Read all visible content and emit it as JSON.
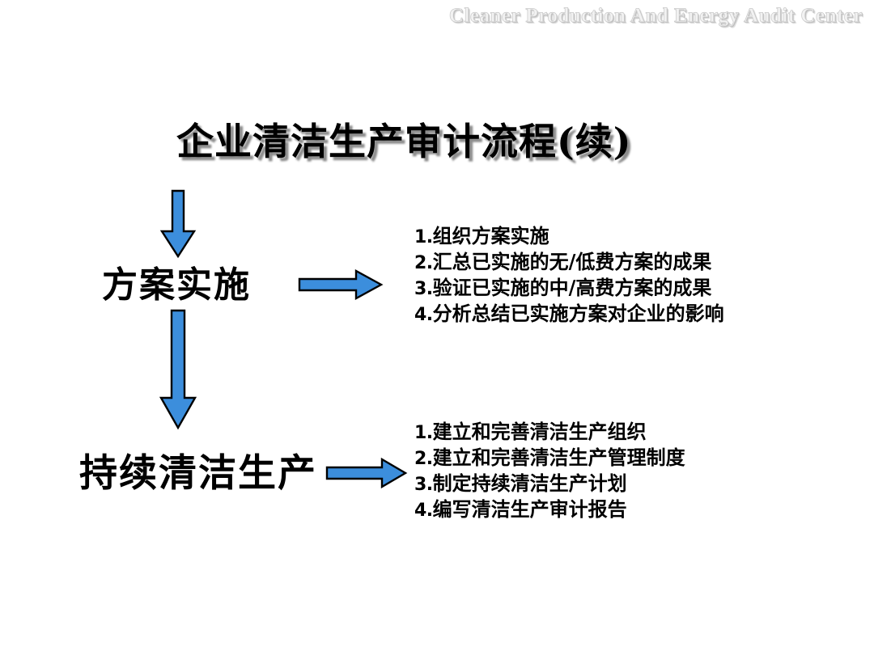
{
  "header": {
    "title": "Cleaner Production And Energy Audit Center"
  },
  "slide": {
    "title": "企业清洁生产审计流程(续)"
  },
  "colors": {
    "arrow_fill": "#3C8EDC",
    "arrow_stroke": "#000000",
    "title_text": "#000000",
    "title_shadow": "#787878",
    "header_text": "#F2F2F2",
    "background": "#FFFFFF"
  },
  "flow": {
    "stages": [
      {
        "id": "stage-1",
        "label": "方案实施",
        "inbound_arrow": "arrow-down-1",
        "outbound_arrow": "arrow-right-1",
        "steps": [
          {
            "num": "1.",
            "text": "组织方案实施"
          },
          {
            "num": "2.",
            "text": "汇总已实施的无/低费方案的成果"
          },
          {
            "num": "3.",
            "text": "验证已实施的中/高费方案的成果"
          },
          {
            "num": "4.",
            "text": "分析总结已实施方案对企业的影响"
          }
        ]
      },
      {
        "id": "stage-2",
        "label": "持续清洁生产",
        "inbound_arrow": "arrow-down-2",
        "outbound_arrow": "arrow-right-2",
        "steps": [
          {
            "num": "1.",
            "text": "建立和完善清洁生产组织"
          },
          {
            "num": "2.",
            "text": "建立和完善清洁生产管理制度"
          },
          {
            "num": "3.",
            "text": "制定持续清洁生产计划"
          },
          {
            "num": "4.",
            "text": "编写清洁生产审计报告"
          }
        ]
      }
    ]
  }
}
